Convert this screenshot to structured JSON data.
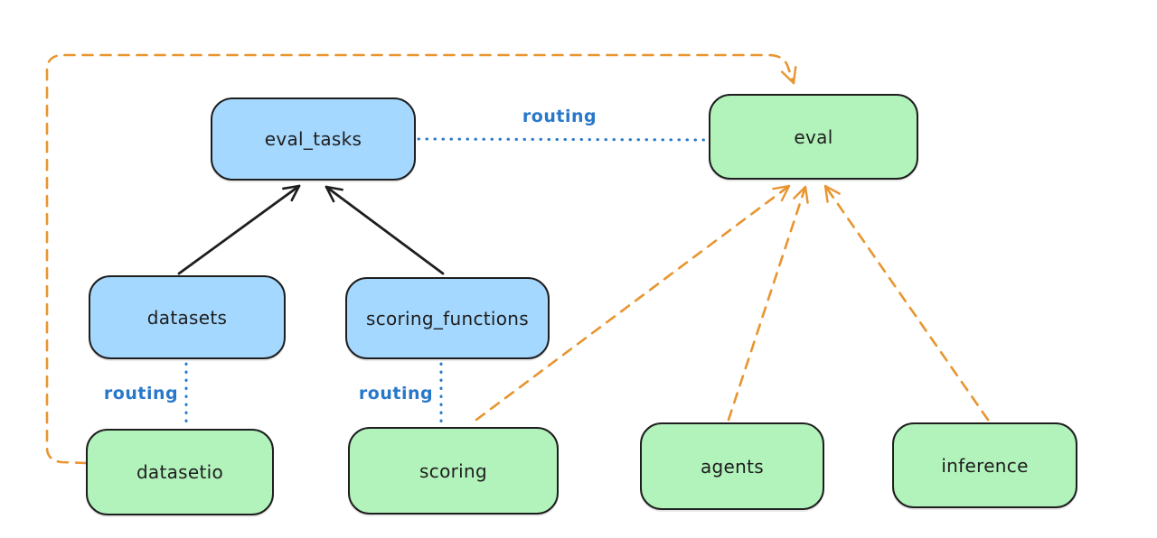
{
  "diagram": {
    "colors": {
      "node_blue_fill": "#a5d8ff",
      "node_green_fill": "#b2f2bb",
      "node_border": "#1e1e1e",
      "edge_black": "#1e1e1e",
      "edge_blue": "#2878ca",
      "edge_orange": "#e8952f",
      "background": "#ffffff"
    },
    "nodes": [
      {
        "id": "eval_tasks",
        "label": "eval_tasks",
        "fill": "blue"
      },
      {
        "id": "eval",
        "label": "eval",
        "fill": "green"
      },
      {
        "id": "datasets",
        "label": "datasets",
        "fill": "blue"
      },
      {
        "id": "scoring_functions",
        "label": "scoring_functions",
        "fill": "blue"
      },
      {
        "id": "datasetio",
        "label": "datasetio",
        "fill": "green"
      },
      {
        "id": "scoring",
        "label": "scoring",
        "fill": "green"
      },
      {
        "id": "agents",
        "label": "agents",
        "fill": "green"
      },
      {
        "id": "inference",
        "label": "inference",
        "fill": "green"
      }
    ],
    "edge_labels": [
      {
        "text": "routing",
        "between": [
          "eval_tasks",
          "eval"
        ]
      },
      {
        "text": "routing",
        "between": [
          "datasets",
          "datasetio"
        ]
      },
      {
        "text": "routing",
        "between": [
          "scoring_functions",
          "scoring"
        ]
      }
    ],
    "edges": [
      {
        "from": "datasets",
        "to": "eval_tasks",
        "style": "solid",
        "color": "black",
        "arrow": true,
        "label": ""
      },
      {
        "from": "scoring_functions",
        "to": "eval_tasks",
        "style": "solid",
        "color": "black",
        "arrow": true,
        "label": ""
      },
      {
        "from": "eval_tasks",
        "to": "eval",
        "style": "dotted",
        "color": "blue",
        "arrow": false,
        "label": "routing"
      },
      {
        "from": "datasets",
        "to": "datasetio",
        "style": "dotted",
        "color": "blue",
        "arrow": false,
        "label": "routing"
      },
      {
        "from": "scoring_functions",
        "to": "scoring",
        "style": "dotted",
        "color": "blue",
        "arrow": false,
        "label": "routing"
      },
      {
        "from": "datasetio",
        "to": "eval",
        "style": "dashed",
        "color": "orange",
        "arrow": true,
        "route": "around-left-and-top",
        "label": ""
      },
      {
        "from": "scoring",
        "to": "eval",
        "style": "dashed",
        "color": "orange",
        "arrow": true,
        "label": ""
      },
      {
        "from": "agents",
        "to": "eval",
        "style": "dashed",
        "color": "orange",
        "arrow": true,
        "label": ""
      },
      {
        "from": "inference",
        "to": "eval",
        "style": "dashed",
        "color": "orange",
        "arrow": true,
        "label": ""
      }
    ]
  }
}
